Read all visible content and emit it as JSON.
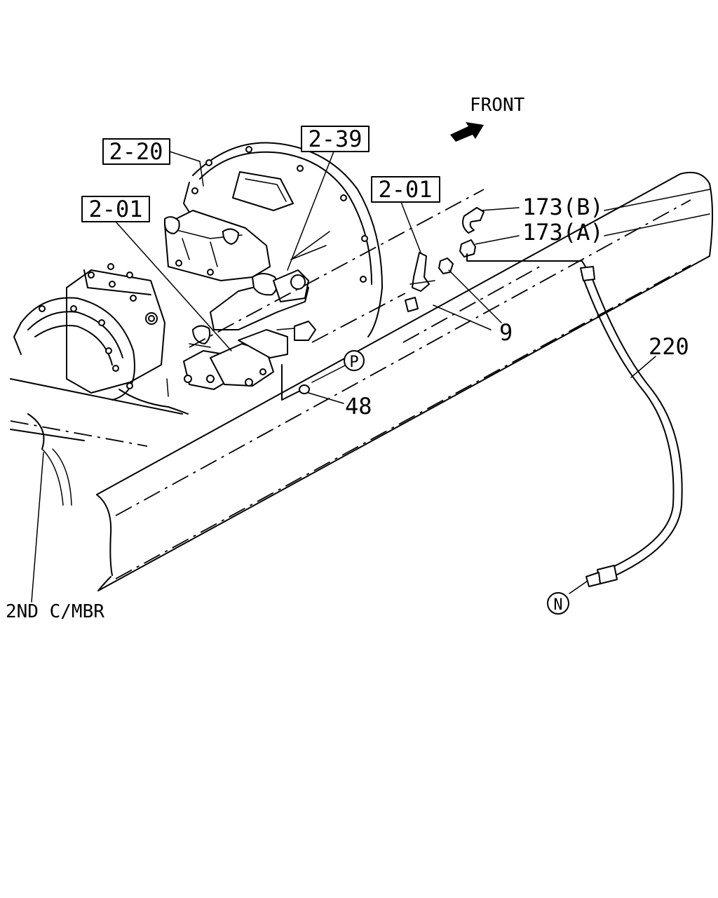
{
  "labels": {
    "front": "FRONT",
    "ref_2_20": "2-20",
    "ref_2_39": "2-39",
    "ref_2_01_left": "2-01",
    "ref_2_01_right": "2-01",
    "part_173b": "173(B)",
    "part_173a": "173(A)",
    "part_9": "9",
    "part_220": "220",
    "part_48": "48",
    "marker_p": "P",
    "marker_n": "N",
    "crossmember": "2ND C/MBR"
  }
}
